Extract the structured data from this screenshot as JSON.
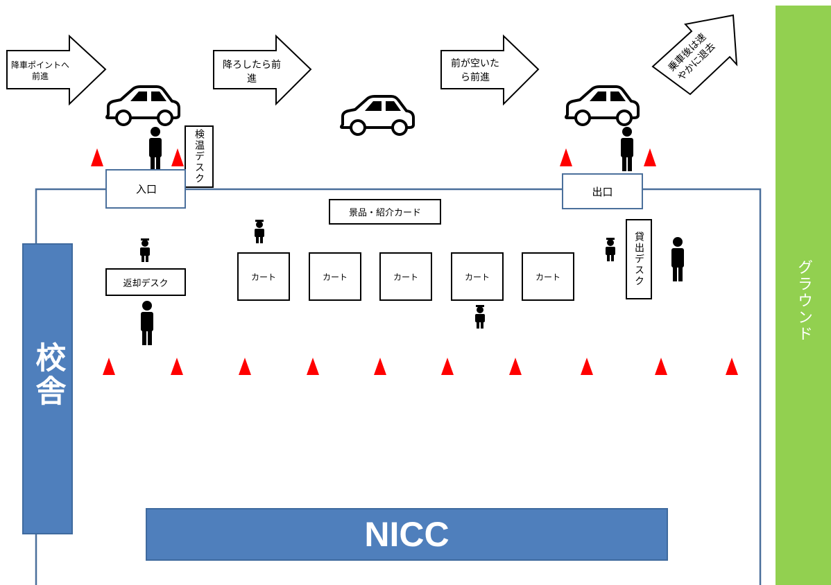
{
  "arrows": [
    {
      "label": "降車ポイントへ前進",
      "line1": "降車ポイントへ",
      "line2": "前進"
    },
    {
      "label": "降ろしたら前進",
      "line1": "降ろしたら前",
      "line2": "進"
    },
    {
      "label": "前が空いたら前進",
      "line1": "前が空いた",
      "line2": "ら前進"
    },
    {
      "label": "乗車後は速やかに退去",
      "line1": "乗車後は速",
      "line2": "やかに退去"
    }
  ],
  "desks": {
    "temperature_check": "検温デスク",
    "entrance": "入口",
    "exit": "出口",
    "prizes": "景品・紹介カード",
    "return": "返却デスク",
    "lending": "貸出デスク"
  },
  "carts": [
    "カート",
    "カート",
    "カート",
    "カート",
    "カート"
  ],
  "buildings": {
    "school": "校舎",
    "nicc": "NICC",
    "ground": "グラウンド"
  },
  "colors": {
    "cone": "#ff0000",
    "building": "#4f7fbc",
    "ground": "#92d050",
    "outline": "#4a6f9b"
  }
}
